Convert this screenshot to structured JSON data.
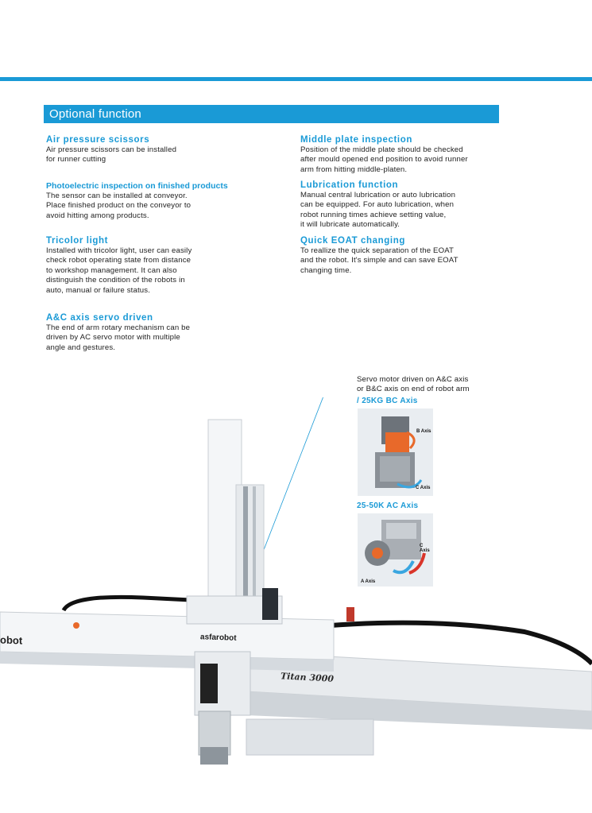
{
  "section_title": "Optional function",
  "features_left": [
    {
      "title": "Air pressure scissors",
      "body": "Air pressure scissors can be installed\nfor runner cutting"
    },
    {
      "title": "Photoelectric inspection on finished products",
      "body": "The sensor can be installed at conveyor.\nPlace finished product on the conveyor to\navoid hitting among products."
    },
    {
      "title": "Tricolor light",
      "body": "Installed with tricolor light, user can easily\ncheck robot operating state from distance\nto workshop management. It can also\ndistinguish the condition of the robots in\nauto, manual or failure status."
    },
    {
      "title": "A&C axis servo driven",
      "body": "The end of arm rotary mechanism can be\ndriven by AC servo motor with multiple\nangle and gestures."
    }
  ],
  "features_right": [
    {
      "title": "Middle plate inspection",
      "body": "Position of the middle plate should be checked\nafter mould opened end position to avoid runner\narm from hitting middle-platen."
    },
    {
      "title": "Lubrication function",
      "body": "Manual central lubrication or auto lubrication\ncan be equipped. For auto lubrication, when\nrobot running times achieve setting value,\nit will lubricate automatically."
    },
    {
      "title": "Quick EOAT changing",
      "body": "To reallize the quick separation of the EOAT\nand the robot. It's simple and can save EOAT\nchanging time."
    }
  ],
  "callout": {
    "text": "Servo motor driven on A&C axis\nor B&C axis on end of robot arm",
    "slash": "/",
    "label_bc": "25KG BC Axis",
    "label_ac": "25-50K  AC Axis",
    "photo1_tags": {
      "b": "B Axis",
      "c": "C Axis"
    },
    "photo2_tags": {
      "c": "C Axis",
      "a": "A Axis"
    }
  },
  "robot": {
    "brand_left": "obot",
    "brand_center": "asfarobot",
    "model": "Titan 3000"
  },
  "colors": {
    "accent": "#1a9ad6",
    "orange": "#e8692a",
    "arrow_blue": "#3aa6e0"
  }
}
